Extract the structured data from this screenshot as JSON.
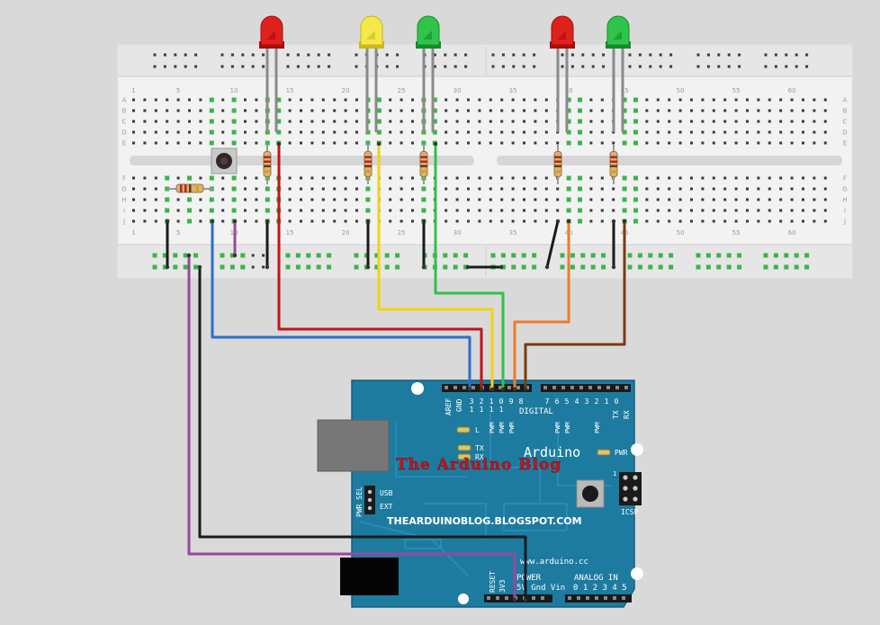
{
  "breadboard": {
    "top_numbers": [
      "1",
      "5",
      "10",
      "15",
      "20",
      "25",
      "30",
      "35",
      "40",
      "45",
      "50",
      "55",
      "60"
    ],
    "bottom_numbers": [
      "1",
      "5",
      "10",
      "15",
      "20",
      "25",
      "30",
      "35",
      "40",
      "45",
      "50",
      "55",
      "60"
    ],
    "row_letters_top": [
      "A",
      "B",
      "C",
      "D",
      "E"
    ],
    "row_letters_bottom": [
      "F",
      "G",
      "H",
      "I",
      "J"
    ]
  },
  "leds": [
    {
      "color": "#e0201c",
      "dark": "#a40e0b"
    },
    {
      "color": "#f4e84a",
      "dark": "#c9b91a"
    },
    {
      "color": "#2fc44a",
      "dark": "#168a2a"
    },
    {
      "color": "#e0201c",
      "dark": "#a40e0b"
    },
    {
      "color": "#2fc44a",
      "dark": "#168a2a"
    }
  ],
  "arduino": {
    "brand": "Arduino",
    "watermark": "The Arduino Blog",
    "blog_url": "THEARDUINOBLOG.BLOGSPOT.COM",
    "site_url": "www.arduino.cc",
    "aref": "AREF",
    "gnd": "GND",
    "digital_label": "DIGITAL",
    "pins_left": [
      "1\n3",
      "1\n2",
      "1\n1",
      "1\n0",
      "9",
      "8"
    ],
    "pins_right": [
      "7",
      "6",
      "5",
      "4",
      "3",
      "2",
      "1",
      "0"
    ],
    "tx_label": "TX",
    "rx_label": "RX",
    "pin_tx_sub": "TX",
    "pin_rx_sub": "RX",
    "pwm": "PWM",
    "l_label": "L",
    "pwr_led_label": "PWR",
    "icsp": "ICSP",
    "usb": "USB",
    "ext": "EXT",
    "pwr_sel": "PWR SEL",
    "reset": "RESET",
    "v33": "3V3",
    "power": "POWER",
    "power_pins": "5V Gnd Vin",
    "analog_in": "ANALOG IN",
    "analog_pins": "0 1 2 3 4 5"
  },
  "colors": {
    "board": "#1e7ba0",
    "board_edge": "#0f5f80",
    "wire_red": "#c2141b",
    "wire_blue": "#2c6ecb",
    "wire_yellow": "#f2d311",
    "wire_green": "#33c04a",
    "wire_orange": "#ef7a2c",
    "wire_brown": "#7a3a10",
    "wire_purple": "#944a9b",
    "wire_black": "#1b1b1b"
  }
}
